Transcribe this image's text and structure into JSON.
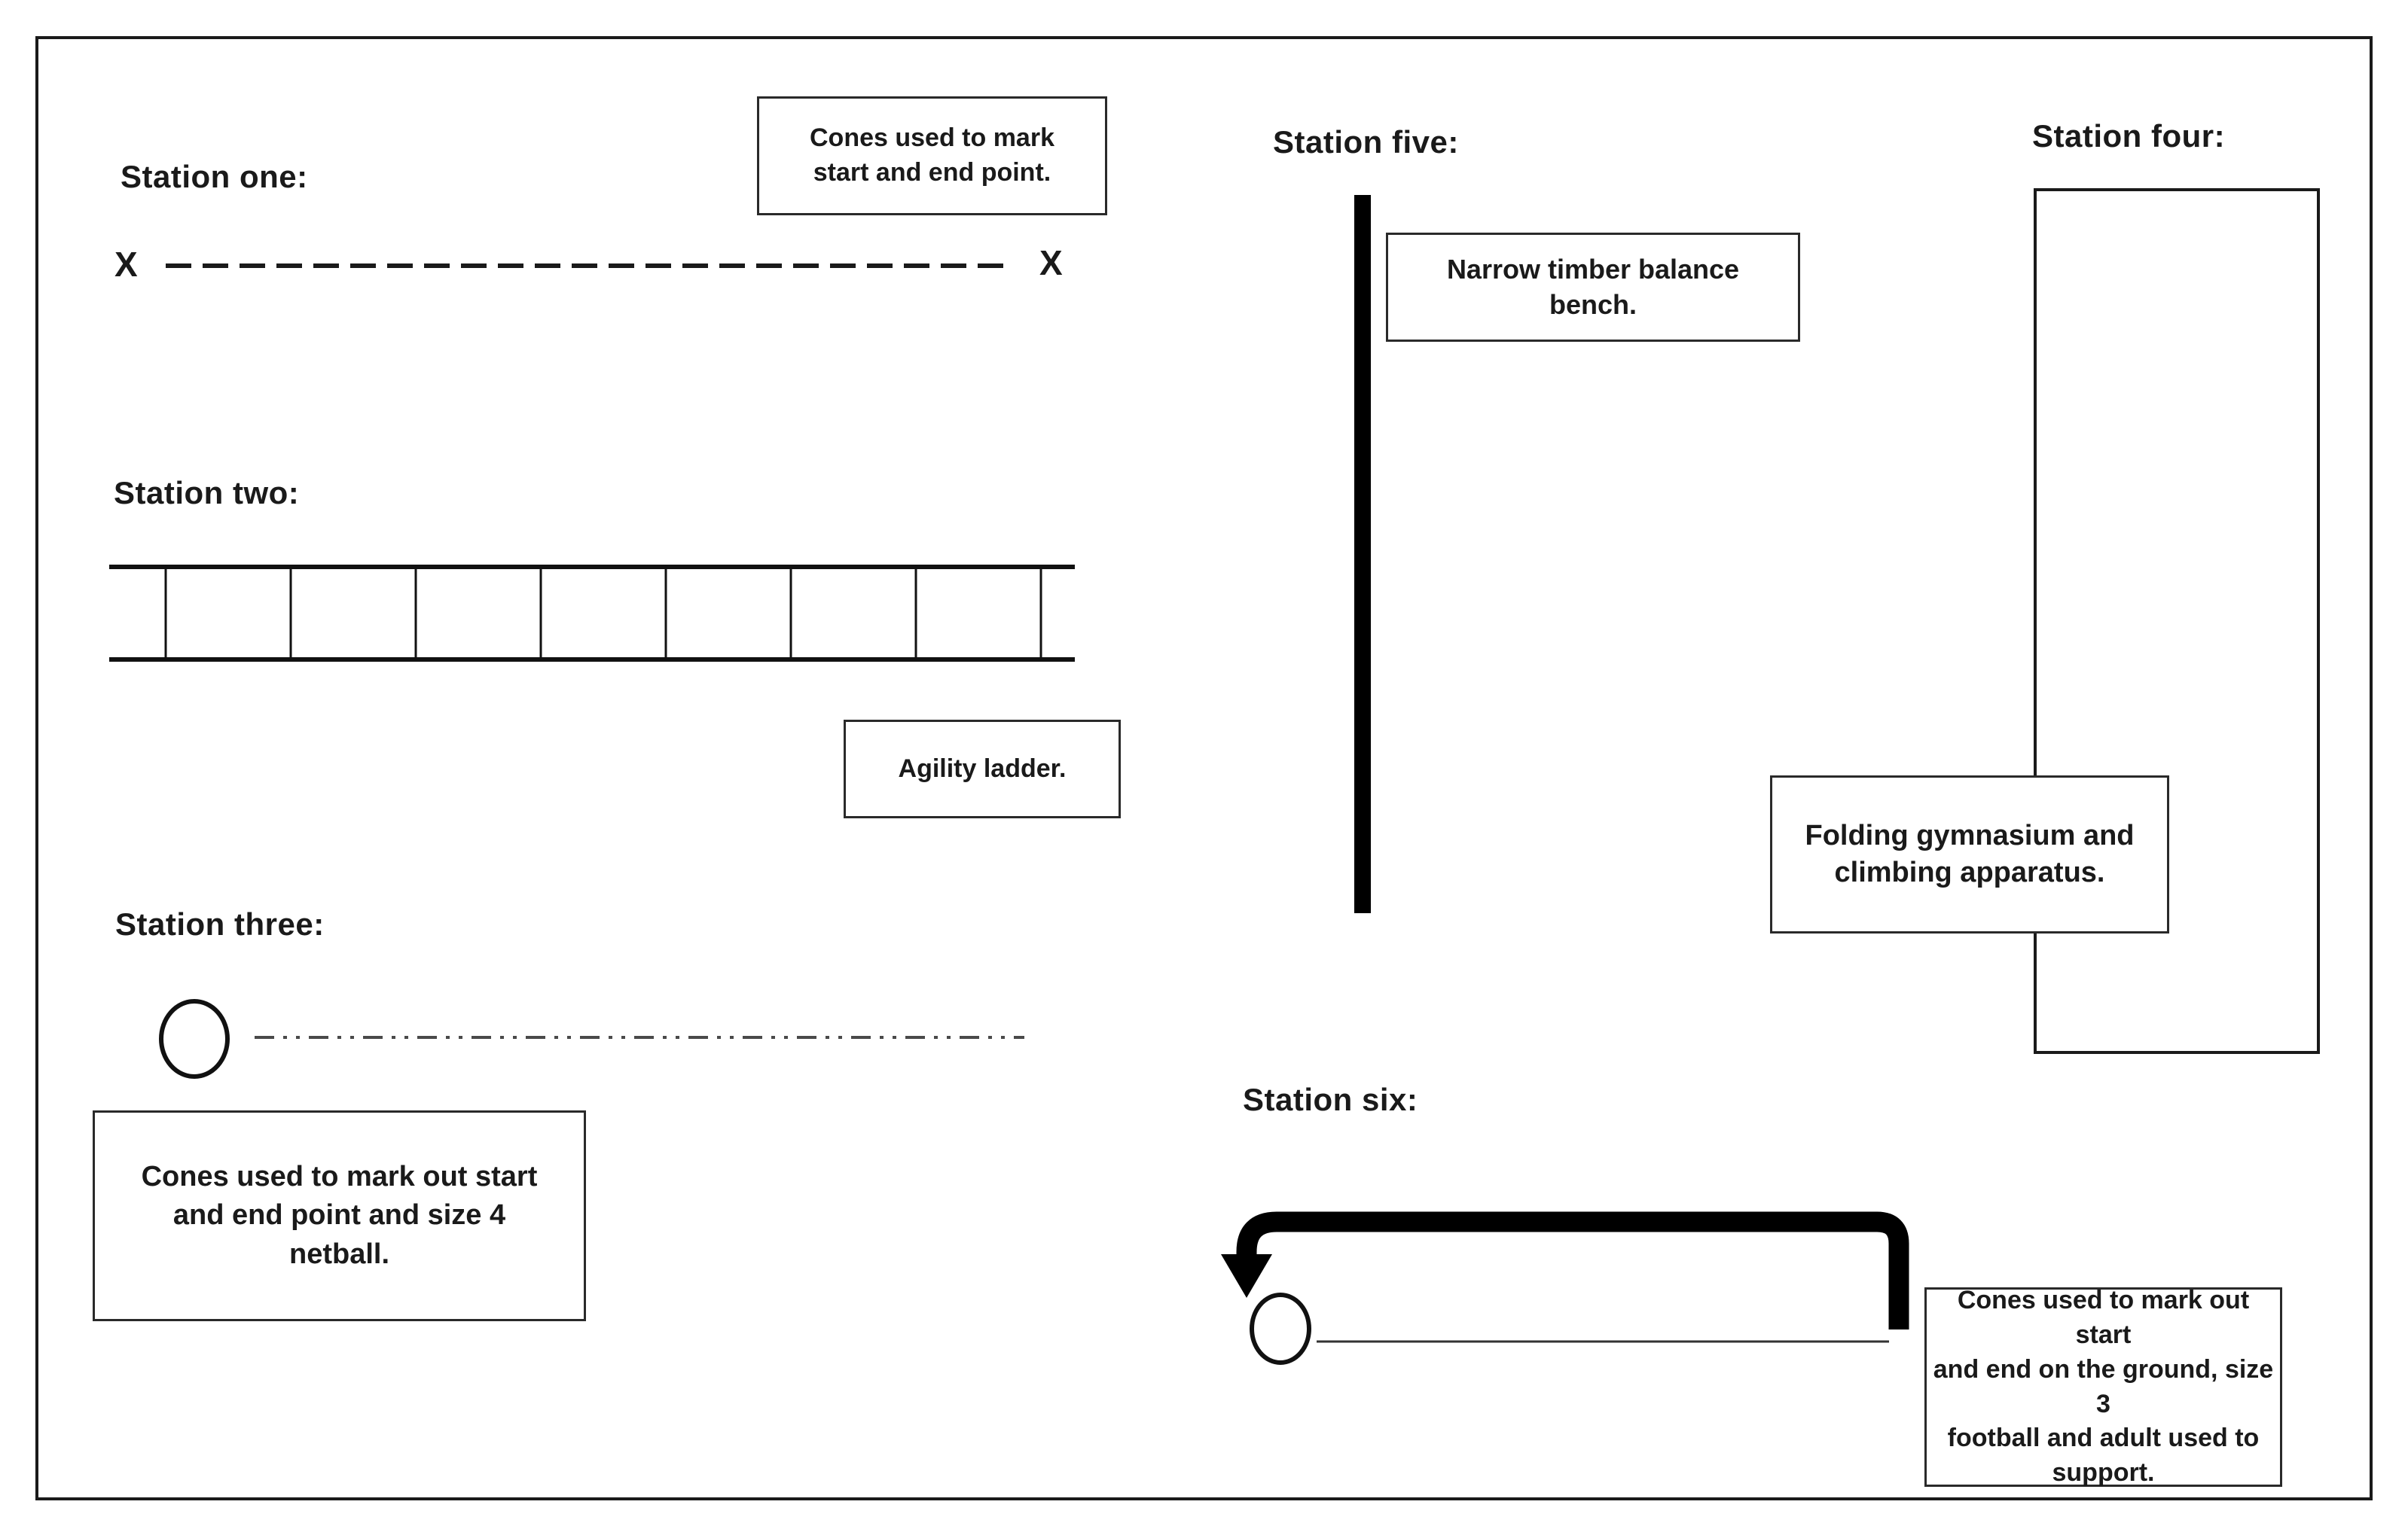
{
  "stations": {
    "one": {
      "heading": "Station one:",
      "start_marker": "X",
      "end_marker": "X",
      "note_lines": [
        "Cones used to mark",
        "start and end point."
      ]
    },
    "two": {
      "heading": "Station two:",
      "note_lines": [
        "Agility ladder."
      ]
    },
    "three": {
      "heading": "Station three:",
      "note_lines": [
        "Cones used to mark out start",
        "and end point and size 4",
        "netball."
      ]
    },
    "four": {
      "heading": "Station four:",
      "note_lines": [
        "Folding gymnasium and",
        "climbing apparatus."
      ]
    },
    "five": {
      "heading": "Station five:",
      "note_lines": [
        "Narrow timber balance",
        "bench."
      ]
    },
    "six": {
      "heading": "Station six:",
      "note_lines": [
        "Cones used to mark out start",
        "and end on the ground, size 3",
        "football and adult used to",
        "support."
      ]
    }
  },
  "colors": {
    "ink": "#1a1a1a",
    "line_gray": "#4a4a4a"
  }
}
